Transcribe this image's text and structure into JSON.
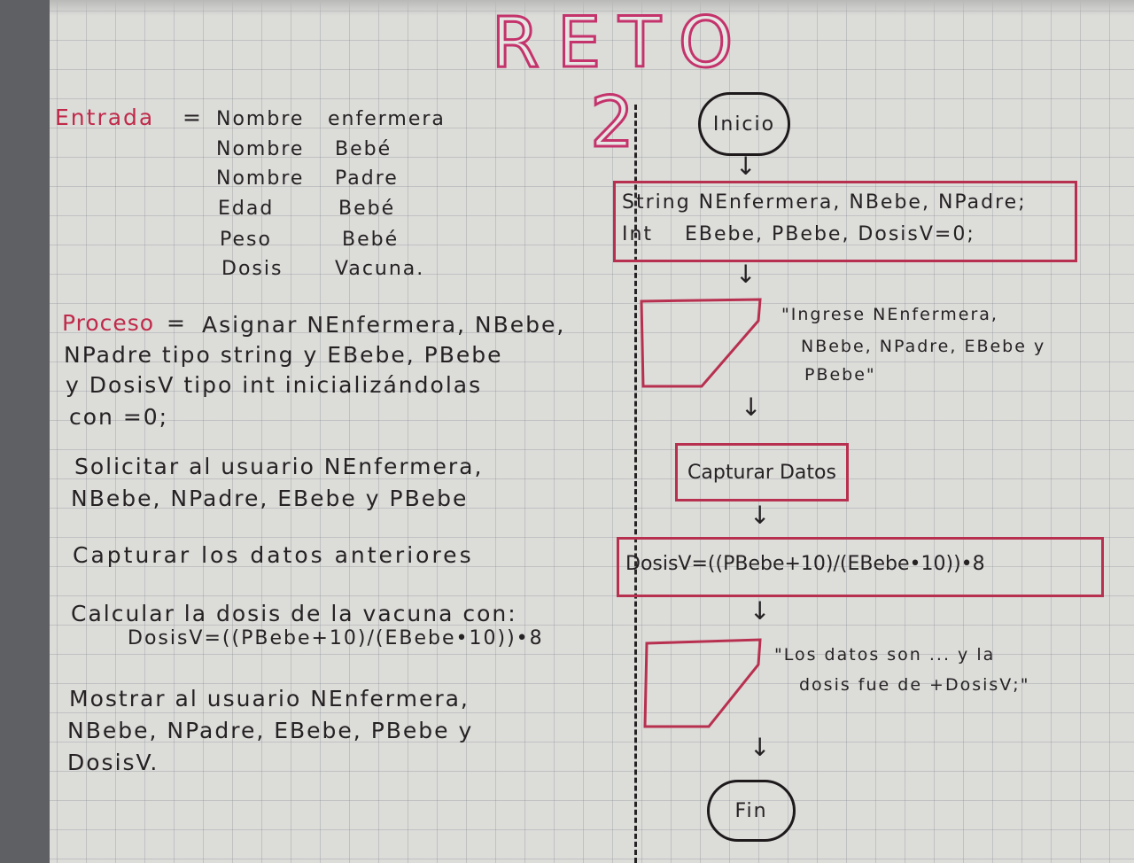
{
  "title": "RETO 2",
  "left": {
    "entrada_label": "Entrada",
    "entrada_eq": "=",
    "inputs": [
      {
        "a": "Nombre",
        "b": "enfermera"
      },
      {
        "a": "Nombre",
        "b": "Bebé"
      },
      {
        "a": "Nombre",
        "b": "Padre"
      },
      {
        "a": "Edad",
        "b": "Bebé"
      },
      {
        "a": "Peso",
        "b": "Bebé"
      },
      {
        "a": "Dosis",
        "b": "Vacuna."
      }
    ],
    "proceso_label": "Proceso",
    "proceso_eq": "=",
    "proceso_lines": [
      "Asignar NEnfermera, NBebe,",
      "NPadre tipo string y EBebe, PBebe",
      "y DosisV tipo int inicializándolas",
      "con =0;"
    ],
    "step_solicitar": [
      "Solicitar al usuario NEnfermera,",
      "NBebe, NPadre, EBebe y PBebe"
    ],
    "step_capturar": "Capturar los datos anteriores",
    "step_calcular": [
      "Calcular la dosis de la vacuna con:",
      "DosisV=((PBebe+10)/(EBebe•10))•8"
    ],
    "step_mostrar": [
      "Mostrar al usuario NEnfermera,",
      "NBebe, NPadre, EBebe, PBebe y",
      "DosisV."
    ]
  },
  "flow": {
    "inicio": "Inicio",
    "decl_line1": "String NEnfermera, NBebe, NPadre;",
    "decl_line2": "Int    EBebe, PBebe, DosisV=0;",
    "input_note": [
      "\"Ingrese NEnfermera,",
      "NBebe, NPadre, EBebe y",
      "PBebe\""
    ],
    "capturar": "Capturar Datos",
    "formula": "DosisV=((PBebe+10)/(EBebe•10))•8",
    "output_note": [
      "\"Los datos son ... y la",
      "dosis fue de +DosisV;\""
    ],
    "fin": "Fin",
    "arrow_glyph": "↓"
  }
}
